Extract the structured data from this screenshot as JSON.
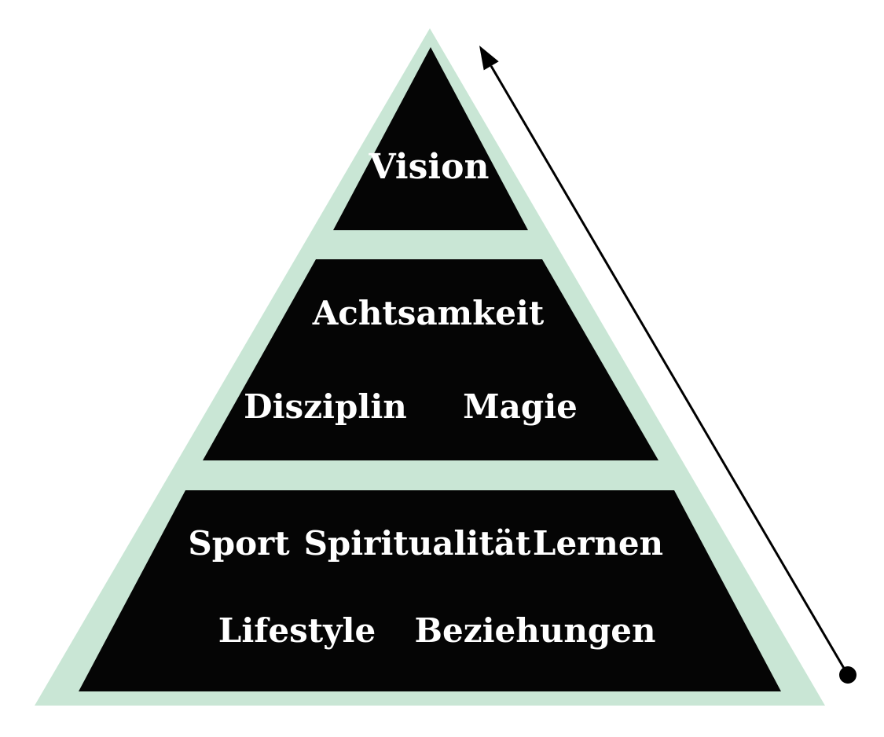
{
  "colors": {
    "background": "#ffffff",
    "pyramid_outline": "#c9e6d5",
    "tier_fill": "#050505",
    "label_text": "#ffffff",
    "arrow": "#000000"
  },
  "pyramid": {
    "tier_top": {
      "labels": {
        "vision": "Vision"
      }
    },
    "tier_middle": {
      "labels": {
        "achtsamkeit": "Achtsamkeit",
        "disziplin": "Disziplin",
        "magie": "Magie"
      }
    },
    "tier_bottom": {
      "labels": {
        "sport": "Sport",
        "spiritualitaet": "Spiritualität",
        "lernen": "Lernen",
        "lifestyle": "Lifestyle",
        "beziehungen": "Beziehungen"
      }
    }
  }
}
